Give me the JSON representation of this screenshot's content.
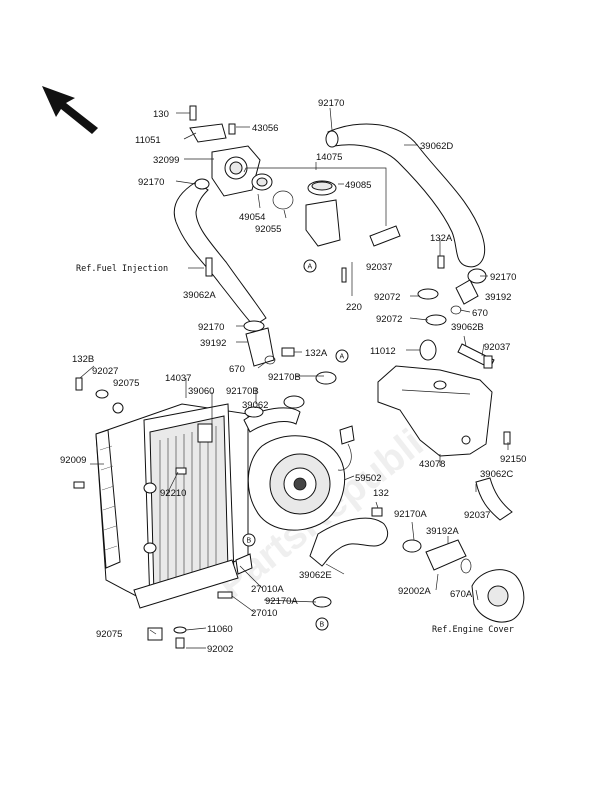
{
  "parts": [
    {
      "id": "130",
      "label": "130"
    },
    {
      "id": "43056",
      "label": "43056"
    },
    {
      "id": "11051",
      "label": "11051"
    },
    {
      "id": "32099",
      "label": "32099"
    },
    {
      "id": "92170_a",
      "label": "92170"
    },
    {
      "id": "92170_b",
      "label": "92170"
    },
    {
      "id": "14075",
      "label": "14075"
    },
    {
      "id": "49085",
      "label": "49085"
    },
    {
      "id": "39062D",
      "label": "39062D"
    },
    {
      "id": "49054",
      "label": "49054"
    },
    {
      "id": "92055",
      "label": "92055"
    },
    {
      "id": "132A_a",
      "label": "132A"
    },
    {
      "id": "92037_a",
      "label": "92037"
    },
    {
      "id": "92170_c",
      "label": "92170"
    },
    {
      "id": "39062A",
      "label": "39062A"
    },
    {
      "id": "220",
      "label": "220"
    },
    {
      "id": "92072_a",
      "label": "92072"
    },
    {
      "id": "39192_a",
      "label": "39192"
    },
    {
      "id": "92072_b",
      "label": "92072"
    },
    {
      "id": "670_a",
      "label": "670"
    },
    {
      "id": "92170_d",
      "label": "92170"
    },
    {
      "id": "39062B",
      "label": "39062B"
    },
    {
      "id": "39192_b",
      "label": "39192"
    },
    {
      "id": "11012",
      "label": "11012"
    },
    {
      "id": "92037_b",
      "label": "92037"
    },
    {
      "id": "670_b",
      "label": "670"
    },
    {
      "id": "132A_b",
      "label": "132A"
    },
    {
      "id": "132B",
      "label": "132B"
    },
    {
      "id": "92027",
      "label": "92027"
    },
    {
      "id": "92075_a",
      "label": "92075"
    },
    {
      "id": "14037",
      "label": "14037"
    },
    {
      "id": "39060",
      "label": "39060"
    },
    {
      "id": "92170B_a",
      "label": "92170B"
    },
    {
      "id": "92170B_b",
      "label": "92170B"
    },
    {
      "id": "39062",
      "label": "39062"
    },
    {
      "id": "92009",
      "label": "92009"
    },
    {
      "id": "92210",
      "label": "92210"
    },
    {
      "id": "43078",
      "label": "43078"
    },
    {
      "id": "92150",
      "label": "92150"
    },
    {
      "id": "39062C",
      "label": "39062C"
    },
    {
      "id": "59502",
      "label": "59502"
    },
    {
      "id": "132",
      "label": "132"
    },
    {
      "id": "92037_c",
      "label": "92037"
    },
    {
      "id": "92170A_a",
      "label": "92170A"
    },
    {
      "id": "39192A",
      "label": "39192A"
    },
    {
      "id": "39062E",
      "label": "39062E"
    },
    {
      "id": "92002A",
      "label": "92002A"
    },
    {
      "id": "670A",
      "label": "670A"
    },
    {
      "id": "27010A",
      "label": "27010A"
    },
    {
      "id": "92170A_b",
      "label": "92170A"
    },
    {
      "id": "27010",
      "label": "27010"
    },
    {
      "id": "92075_b",
      "label": "92075"
    },
    {
      "id": "11060",
      "label": "11060"
    },
    {
      "id": "92002",
      "label": "92002"
    }
  ],
  "refs": {
    "fuel_injection": "Ref.Fuel Injection",
    "engine_cover": "Ref.Engine Cover"
  },
  "markers": {
    "a": "A",
    "b": "B"
  },
  "watermark": "PartsRepublik"
}
